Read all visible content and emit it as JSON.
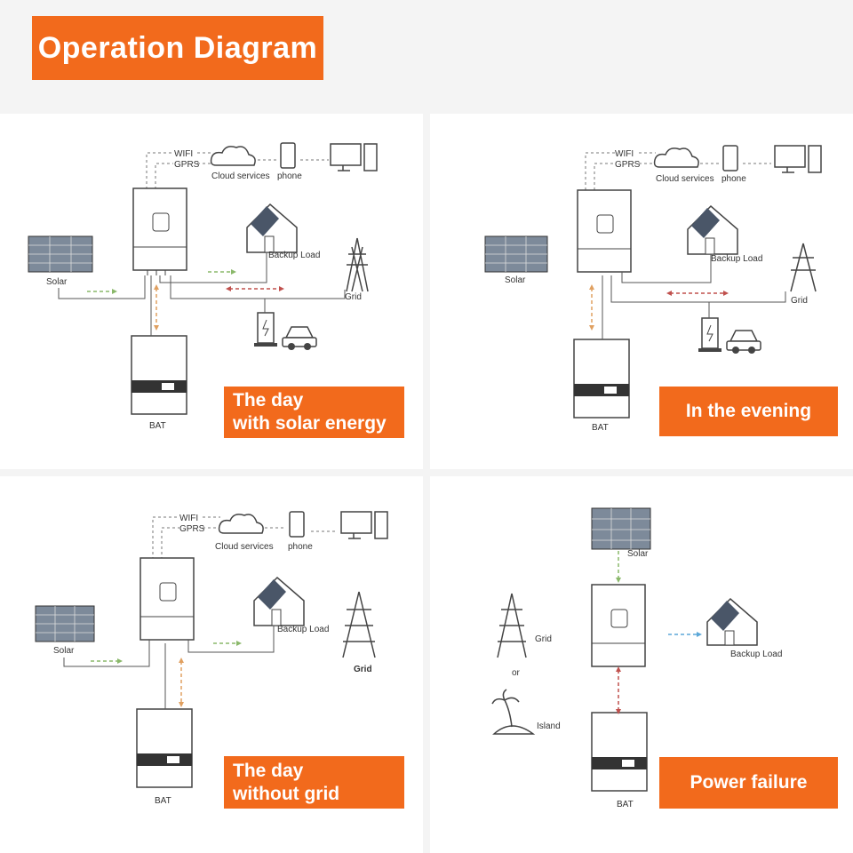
{
  "title": "Operation Diagram",
  "labels": {
    "wifi": "WIFI",
    "gprs": "GPRS",
    "cloud": "Cloud services",
    "phone": "phone",
    "solar": "Solar",
    "backup_load": "Backup Load",
    "grid": "Grid",
    "bat": "BAT",
    "or": "or",
    "island": "Island"
  },
  "panels": [
    {
      "caption": "The day\nwith solar energy"
    },
    {
      "caption": "In the evening"
    },
    {
      "caption": "The day\nwithout grid"
    },
    {
      "caption": "Power failure"
    }
  ],
  "colors": {
    "accent": "#f26a1c",
    "flow_green": "#8ab86a",
    "flow_orange": "#e0a060",
    "flow_red": "#c0504d",
    "flow_blue": "#5ba7d8",
    "line": "#555555"
  }
}
